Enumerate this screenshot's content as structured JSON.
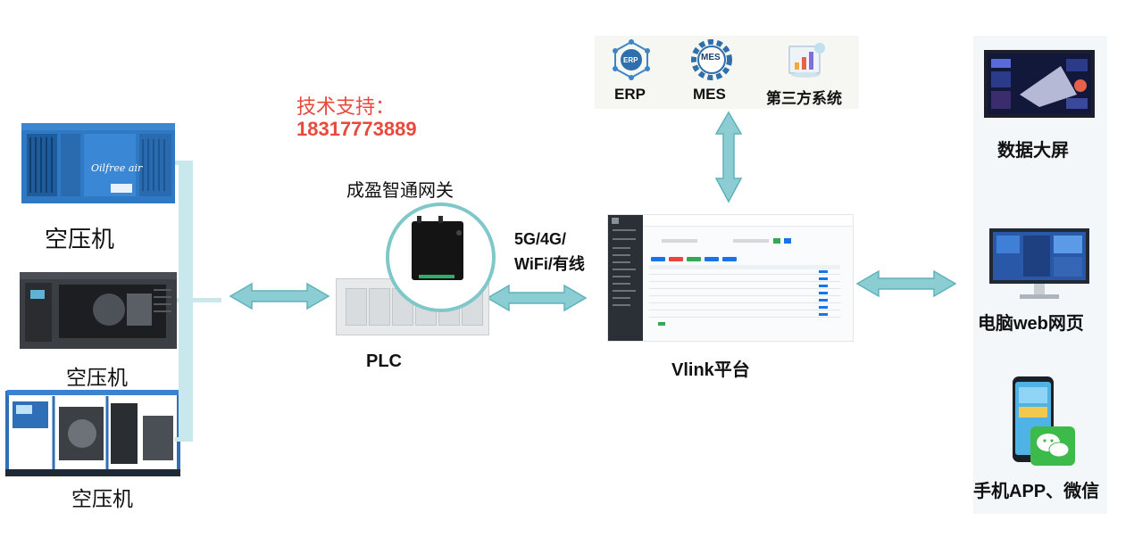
{
  "compressors": [
    {
      "label": "空压机",
      "brand_text": "Oilfree air"
    },
    {
      "label": "空压机"
    },
    {
      "label": "空压机"
    }
  ],
  "support": {
    "title": "技术支持：",
    "phone": "18317773889"
  },
  "gateway": {
    "title": "成盈智通网关"
  },
  "plc": {
    "label": "PLC"
  },
  "network": {
    "line1": "5G/4G/",
    "line2": "WiFi/有线"
  },
  "platform": {
    "label": "Vlink平台"
  },
  "systems": [
    {
      "label": "ERP",
      "icon": "erp-hex-icon",
      "badge": "ERP"
    },
    {
      "label": "MES",
      "icon": "mes-gear-icon",
      "badge": "MES"
    },
    {
      "label": "第三方系统",
      "icon": "third-party-chart-icon"
    }
  ],
  "clients": [
    {
      "label": "数据大屏",
      "icon": "dashboard-screen-icon"
    },
    {
      "label": "电脑web网页",
      "icon": "desktop-monitor-icon"
    },
    {
      "label": "手机APP、微信",
      "icon": "phone-wechat-icon"
    }
  ],
  "colors": {
    "arrow": "#8ccdd3",
    "arrow_edge": "#5fb2bb",
    "support": "#e8493b",
    "circle": "#7fc7c9",
    "bracket": "#c8e8ee"
  }
}
